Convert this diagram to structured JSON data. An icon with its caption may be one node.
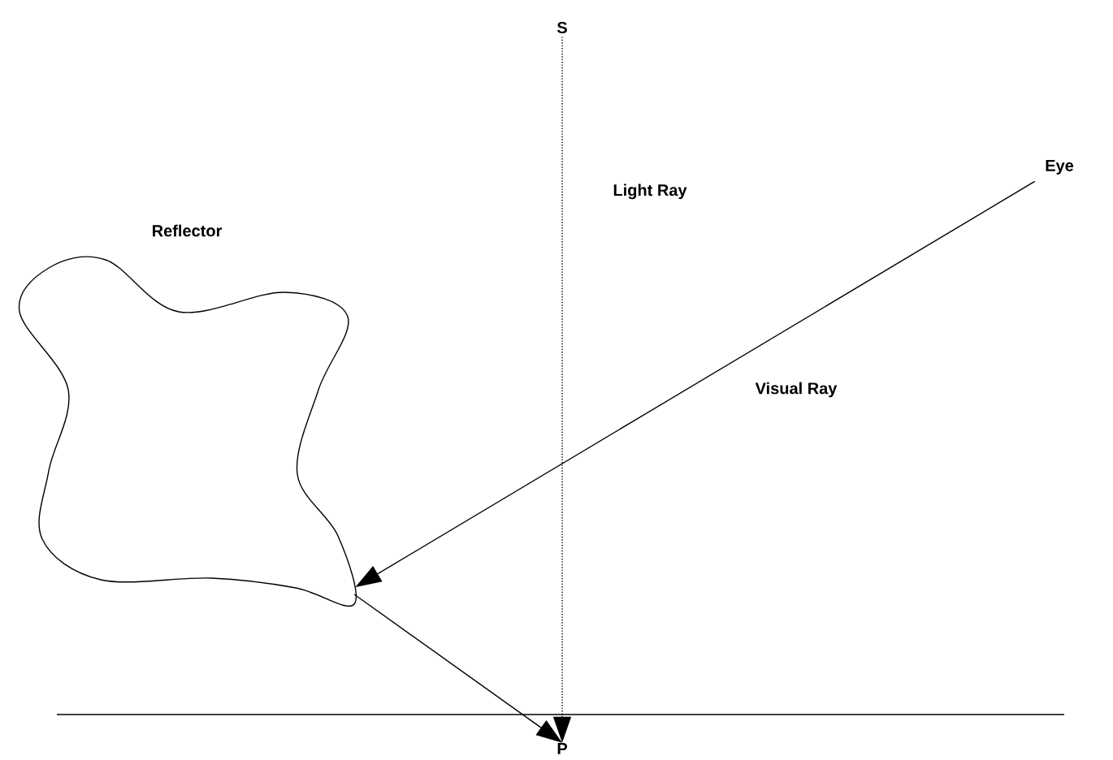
{
  "diagram": {
    "nodes": [
      {
        "text": [
          "S"
        ]
      },
      {
        "text": [
          "Eye"
        ]
      },
      {
        "text": [
          "Reflector"
        ]
      },
      {
        "text": [
          "P"
        ]
      }
    ],
    "edges": [
      {
        "from": 0,
        "to": 3,
        "arrow": "to",
        "style": "dashed",
        "label": "Light Ray"
      },
      {
        "from": 1,
        "to": 2,
        "arrow": "to",
        "label": "Visual Ray"
      },
      {
        "from": 2,
        "to": 3,
        "arrow": "to"
      }
    ]
  }
}
